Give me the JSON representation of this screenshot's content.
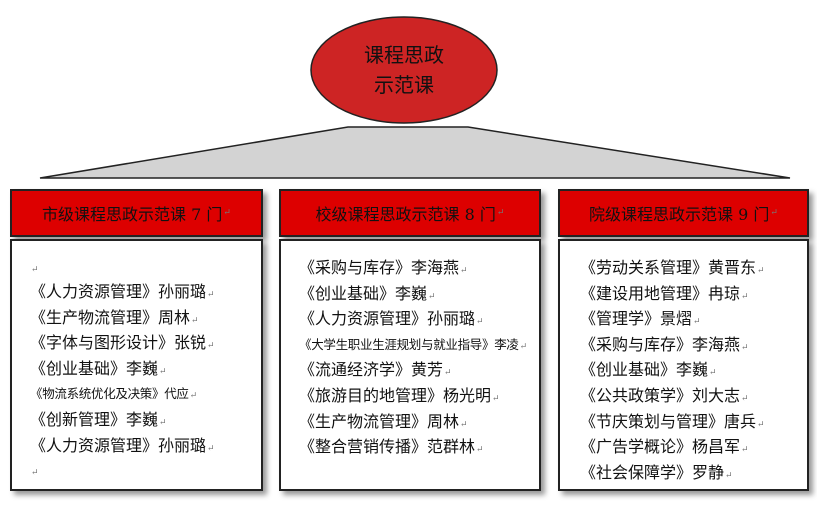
{
  "colors": {
    "root_fill": "#cd2424",
    "header_fill": "#dd0000",
    "trapezoid_fill": "#d3d3d3",
    "body_fill": "#ffffff",
    "border": "#222222"
  },
  "root": {
    "line1": "课程思政",
    "line2": "示范课"
  },
  "para_mark": "↵",
  "columns": [
    {
      "title": "市级课程思政示范课 7 门",
      "leading_blank": true,
      "trailing_blank": true,
      "items": [
        {
          "text": "《人力资源管理》孙丽璐"
        },
        {
          "text": "《生产物流管理》周林"
        },
        {
          "text": "《字体与图形设计》张锐"
        },
        {
          "text": "《创业基础》李巍"
        },
        {
          "text": "《物流系统优化及决策》代应",
          "small": true
        },
        {
          "text": "《创新管理》李巍"
        },
        {
          "text": "《人力资源管理》孙丽璐"
        }
      ]
    },
    {
      "title": "校级课程思政示范课 8 门",
      "leading_blank": false,
      "trailing_blank": false,
      "items": [
        {
          "text": "《采购与库存》李海燕"
        },
        {
          "text": "《创业基础》李巍"
        },
        {
          "text": "《人力资源管理》孙丽璐"
        },
        {
          "text": "《大学生职业生涯规划与就业指导》李凌",
          "small": true
        },
        {
          "text": "《流通经济学》黄芳"
        },
        {
          "text": "《旅游目的地管理》杨光明"
        },
        {
          "text": "《生产物流管理》周林"
        },
        {
          "text": "《整合营销传播》范群林"
        }
      ]
    },
    {
      "title": "院级课程思政示范课 9 门",
      "leading_blank": false,
      "trailing_blank": false,
      "items": [
        {
          "text": "《劳动关系管理》黄晋东"
        },
        {
          "text": "《建设用地管理》冉琼"
        },
        {
          "text": "《管理学》景熠"
        },
        {
          "text": "《采购与库存》李海燕"
        },
        {
          "text": "《创业基础》李巍"
        },
        {
          "text": "《公共政策学》刘大志"
        },
        {
          "text": "《节庆策划与管理》唐兵"
        },
        {
          "text": "《广告学概论》杨昌军"
        },
        {
          "text": "《社会保障学》罗静"
        }
      ]
    }
  ]
}
